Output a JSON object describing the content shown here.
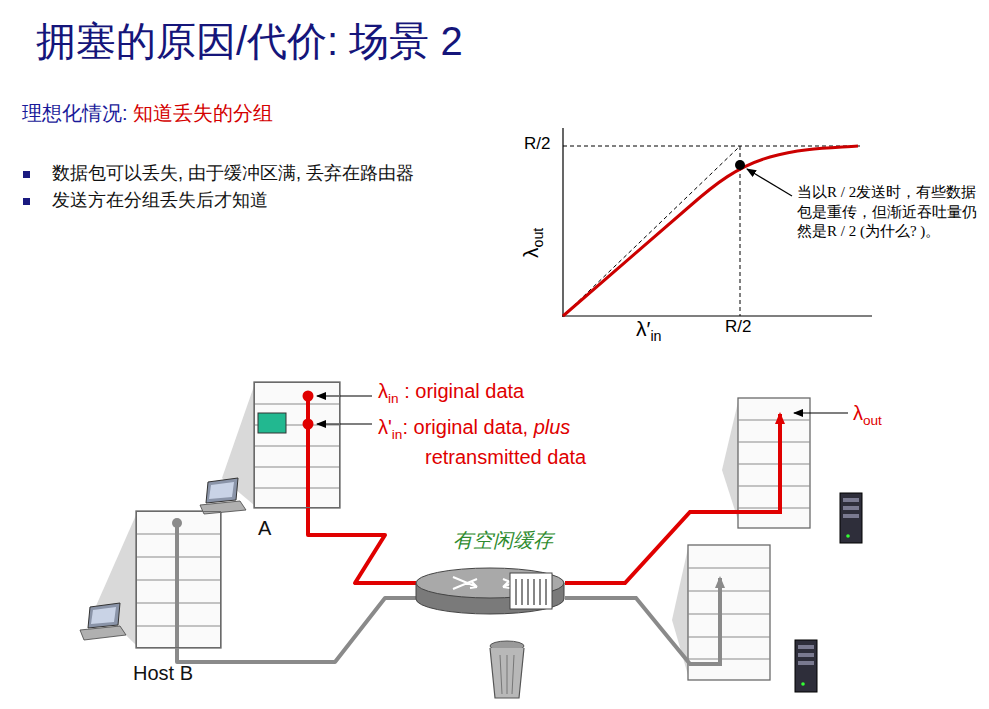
{
  "diagram": {
    "title": "拥塞的原因/代价: 场景 2",
    "nodes": [
      {
        "text": [
          "A"
        ]
      },
      {
        "text": [
          "Host B"
        ]
      },
      {
        "text": [
          "有空闲缓存"
        ]
      }
    ],
    "edges": [
      {
        "from": 0,
        "to": 2,
        "arrow": "none"
      },
      {
        "from": 1,
        "to": 2,
        "arrow": "none"
      }
    ],
    "labels": [
      "理想化情况: ",
      "知道丢失的分组",
      "数据包可以丢失, 由于缓冲区满, 丢弃在路由器",
      "发送方在分组丢失后才知道",
      "R/2",
      "λ",
      "out",
      "λ′",
      "in",
      "R/2",
      "当以R / 2发送时，有些数据包是重传，但渐近吞吐量仍然是R / 2 (为什么? )。",
      "λ",
      "in",
      " : original data",
      "λ'",
      "in",
      ": original data, ",
      "plus",
      "retransmitted data",
      "λ",
      "out"
    ]
  }
}
